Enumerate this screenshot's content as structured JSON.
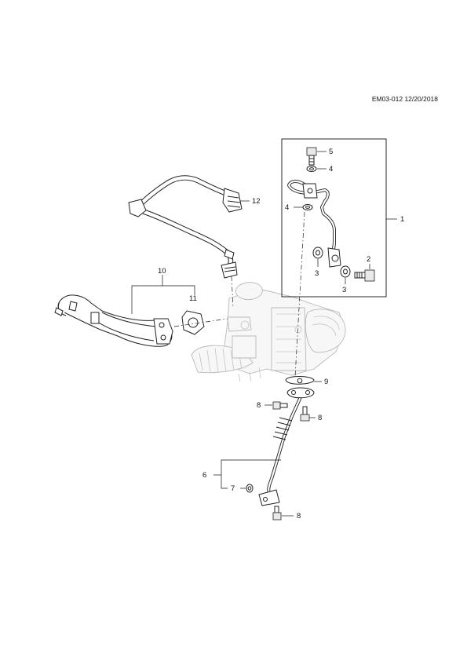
{
  "header": {
    "code": "EM03-012 12/20/2018"
  },
  "callouts": {
    "c1": "1",
    "c2": "2",
    "c3a": "3",
    "c3b": "3",
    "c4a": "4",
    "c4b": "4",
    "c5": "5",
    "c6": "6",
    "c7": "7",
    "c8a": "8",
    "c8b": "8",
    "c8c": "8",
    "c9": "9",
    "c10": "10",
    "c11": "11",
    "c12": "12"
  }
}
